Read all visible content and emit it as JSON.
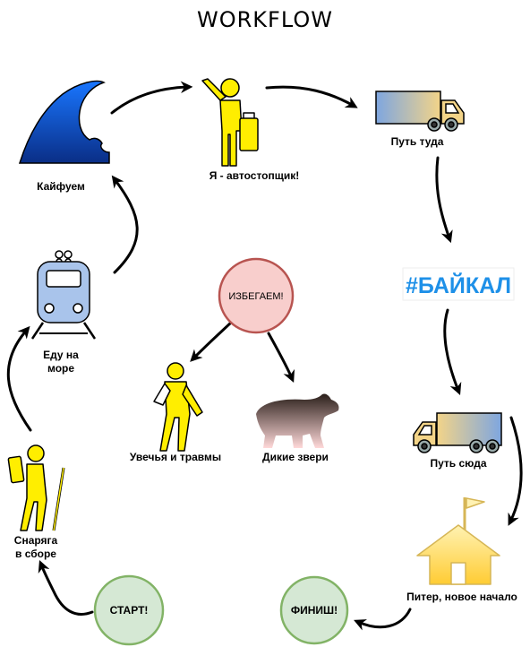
{
  "title": "WORKFLOW",
  "nodes": {
    "wave": "Кайфуем",
    "hitchhiker": "Я - автостопщик!",
    "truck_there": "Путь туда",
    "baikal": "#БАЙКАЛ",
    "truck_back": "Путь сюда",
    "home": "Питер, новое начало",
    "finish": "ФИНИШ!",
    "start": "СТАРТ!",
    "gear_line1": "Снаряга",
    "gear_line2": "в сборе",
    "train_line1": "Еду на",
    "train_line2": "море",
    "avoid": "ИЗБЕГАЕМ!",
    "injuries": "Увечья и травмы",
    "animals": "Дикие звери"
  },
  "colors": {
    "circle_green_fill": "#d5e8d4",
    "circle_green_stroke": "#82b366",
    "circle_red_fill": "#f8cecc",
    "circle_red_stroke": "#b85450",
    "figure_yellow": "#ffee00",
    "tag_blue": "#1e90e8"
  },
  "icons": [
    "wave-icon",
    "hitchhiker-icon",
    "truck-icon",
    "train-icon",
    "hiker-icon",
    "injured-person-icon",
    "bear-icon",
    "house-icon"
  ]
}
